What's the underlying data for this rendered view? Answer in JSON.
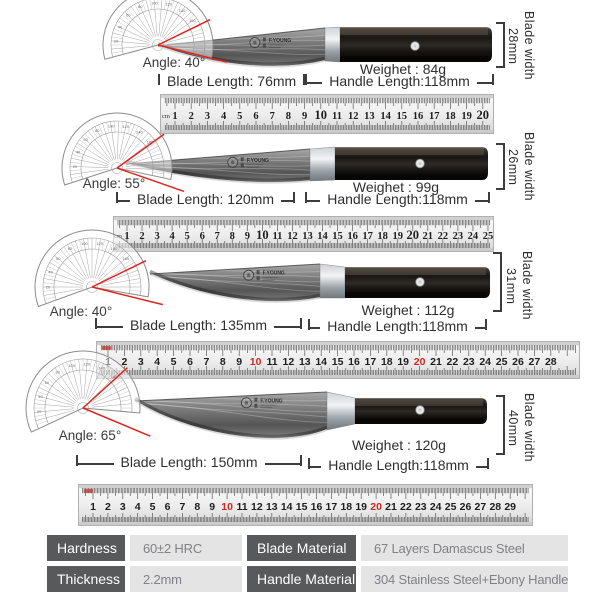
{
  "brand": {
    "name": "F.YOUNG"
  },
  "colors": {
    "accent_red": "#d6251d",
    "ruler_red_number": "#cf2920",
    "table_header_bg": "#58595b",
    "table_value_bg": "#e4e4e5",
    "table_value_color": "#808184"
  },
  "knives": [
    {
      "angle_deg": 40,
      "angle_label": "Angle: 40°",
      "weight_label": "Weighet : 84g",
      "blade_length_label": "Blade Length: 76mm",
      "handle_length_label": "Handle Length:118mm",
      "blade_width_label": "Blade width",
      "blade_width_value": "28mm"
    },
    {
      "angle_deg": 55,
      "angle_label": "Angle: 55°",
      "weight_label": "Weighet : 99g",
      "blade_length_label": "Blade Length: 120mm",
      "handle_length_label": "Handle Length:118mm",
      "blade_width_label": "Blade width",
      "blade_width_value": "26mm"
    },
    {
      "angle_deg": 40,
      "angle_label": "Angle: 40°",
      "weight_label": "Weighet : 112g",
      "blade_length_label": "Blade Length: 135mm",
      "handle_length_label": "Handle Length:118mm",
      "blade_width_label": "Blade width",
      "blade_width_value": "31mm"
    },
    {
      "angle_deg": 65,
      "angle_label": "Angle: 65°",
      "weight_label": "Weighet : 120g",
      "blade_length_label": "Blade Length: 150mm",
      "handle_length_label": "Handle Length:118mm",
      "blade_width_label": "Blade width",
      "blade_width_value": "40mm"
    }
  ],
  "rulers": [
    {
      "unit_prefix": "cm",
      "last_number": 20,
      "red_numbers": [],
      "bold_numbers": [
        10,
        20
      ]
    },
    {
      "unit_prefix": "cm",
      "last_number": 25,
      "red_numbers": [],
      "bold_numbers": [
        10,
        20
      ]
    },
    {
      "unit_prefix": "",
      "last_number": 28,
      "red_numbers": [
        10,
        20
      ],
      "bold_numbers": []
    },
    {
      "unit_prefix": "",
      "last_number": 29,
      "red_numbers": [
        10,
        20
      ],
      "bold_numbers": []
    }
  ],
  "spec_table": {
    "rows": [
      {
        "cells": [
          "Hardness",
          "60±2 HRC",
          "Blade Material",
          "67 Layers Damascus Steel"
        ]
      },
      {
        "cells": [
          "Thickness",
          "2.2mm",
          "Handle Material",
          "304 Stainless Steel+Ebony Handle"
        ]
      }
    ]
  }
}
